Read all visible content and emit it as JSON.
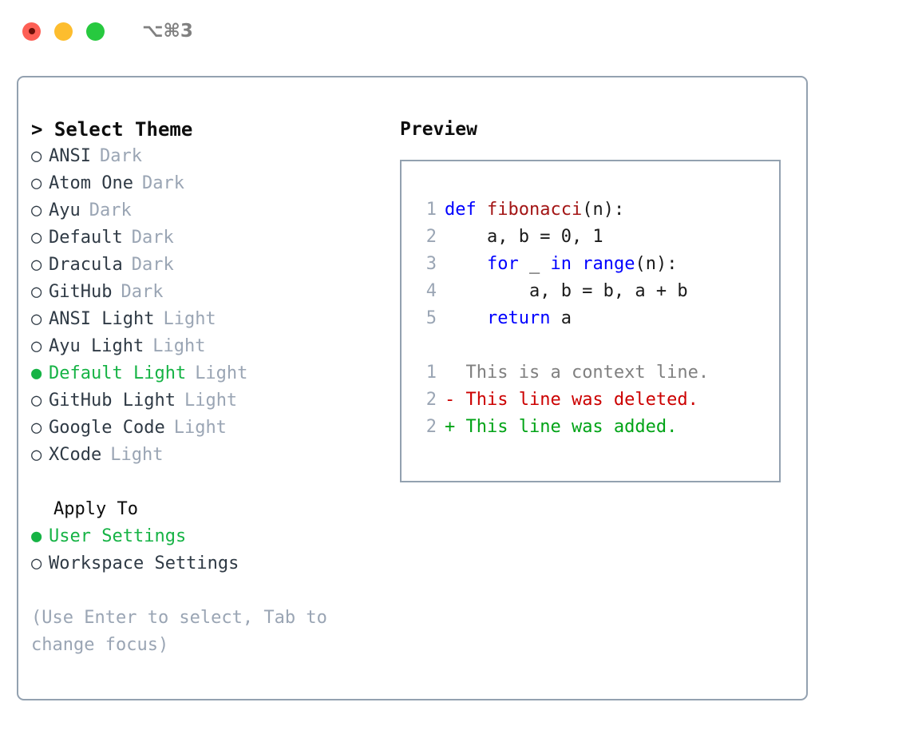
{
  "titlebar": {
    "lights": [
      {
        "name": "close-button",
        "color": "#fd5f55"
      },
      {
        "name": "minimize-button",
        "color": "#fdbd2e"
      },
      {
        "name": "maximize-button",
        "color": "#27c93f"
      }
    ],
    "shortcut": "⌥⌘3"
  },
  "theme_list": {
    "header": "> Select Theme",
    "items": [
      {
        "bullet": "○",
        "label": "ANSI",
        "tag": "Dark",
        "selected": false
      },
      {
        "bullet": "○",
        "label": "Atom One",
        "tag": "Dark",
        "selected": false
      },
      {
        "bullet": "○",
        "label": "Ayu",
        "tag": "Dark",
        "selected": false
      },
      {
        "bullet": "○",
        "label": "Default",
        "tag": "Dark",
        "selected": false
      },
      {
        "bullet": "○",
        "label": "Dracula",
        "tag": "Dark",
        "selected": false
      },
      {
        "bullet": "○",
        "label": "GitHub",
        "tag": "Dark",
        "selected": false
      },
      {
        "bullet": "○",
        "label": "ANSI Light",
        "tag": "Light",
        "selected": false
      },
      {
        "bullet": "○",
        "label": "Ayu Light",
        "tag": "Light",
        "selected": false
      },
      {
        "bullet": "●",
        "label": "Default Light",
        "tag": "Light",
        "selected": true
      },
      {
        "bullet": "○",
        "label": "GitHub Light",
        "tag": "Light",
        "selected": false
      },
      {
        "bullet": "○",
        "label": "Google Code",
        "tag": "Light",
        "selected": false
      },
      {
        "bullet": "○",
        "label": "XCode",
        "tag": "Light",
        "selected": false
      }
    ]
  },
  "apply_to": {
    "header": "Apply To",
    "items": [
      {
        "bullet": "●",
        "label": "User Settings",
        "selected": true
      },
      {
        "bullet": "○",
        "label": "Workspace Settings",
        "selected": false
      }
    ]
  },
  "hint": "(Use Enter to select, Tab to change focus)",
  "preview": {
    "title": "Preview",
    "code_lines": [
      {
        "no": "1",
        "tokens": [
          {
            "t": "def ",
            "c": "kw"
          },
          {
            "t": "fibonacci",
            "c": "fn"
          },
          {
            "t": "(n):",
            "c": "plain"
          }
        ]
      },
      {
        "no": "2",
        "tokens": [
          {
            "t": "    a, b = 0, 1",
            "c": "plain"
          }
        ]
      },
      {
        "no": "3",
        "tokens": [
          {
            "t": "    ",
            "c": "plain"
          },
          {
            "t": "for",
            "c": "kw"
          },
          {
            "t": " _ ",
            "c": "plain"
          },
          {
            "t": "in",
            "c": "kw"
          },
          {
            "t": " ",
            "c": "plain"
          },
          {
            "t": "range",
            "c": "kw"
          },
          {
            "t": "(n):",
            "c": "plain"
          }
        ]
      },
      {
        "no": "4",
        "tokens": [
          {
            "t": "        a, b = b, a + b",
            "c": "plain"
          }
        ]
      },
      {
        "no": "5",
        "tokens": [
          {
            "t": "    ",
            "c": "plain"
          },
          {
            "t": "return",
            "c": "kw"
          },
          {
            "t": " a",
            "c": "plain"
          }
        ]
      }
    ],
    "diff_lines": [
      {
        "no": "1",
        "marker": " ",
        "text": " This is a context line.",
        "kind": "ctx"
      },
      {
        "no": "2",
        "marker": "-",
        "text": " This line was deleted.",
        "kind": "del"
      },
      {
        "no": "2",
        "marker": "+",
        "text": " This line was added.",
        "kind": "add"
      }
    ]
  },
  "colors": {
    "accent_green": "#16b345",
    "muted_gray": "#9aa5b4",
    "border": "#93a1b0",
    "keyword_blue": "#0000ff",
    "function_red": "#a31515",
    "diff_delete": "#cc0000",
    "diff_add": "#00a316"
  }
}
